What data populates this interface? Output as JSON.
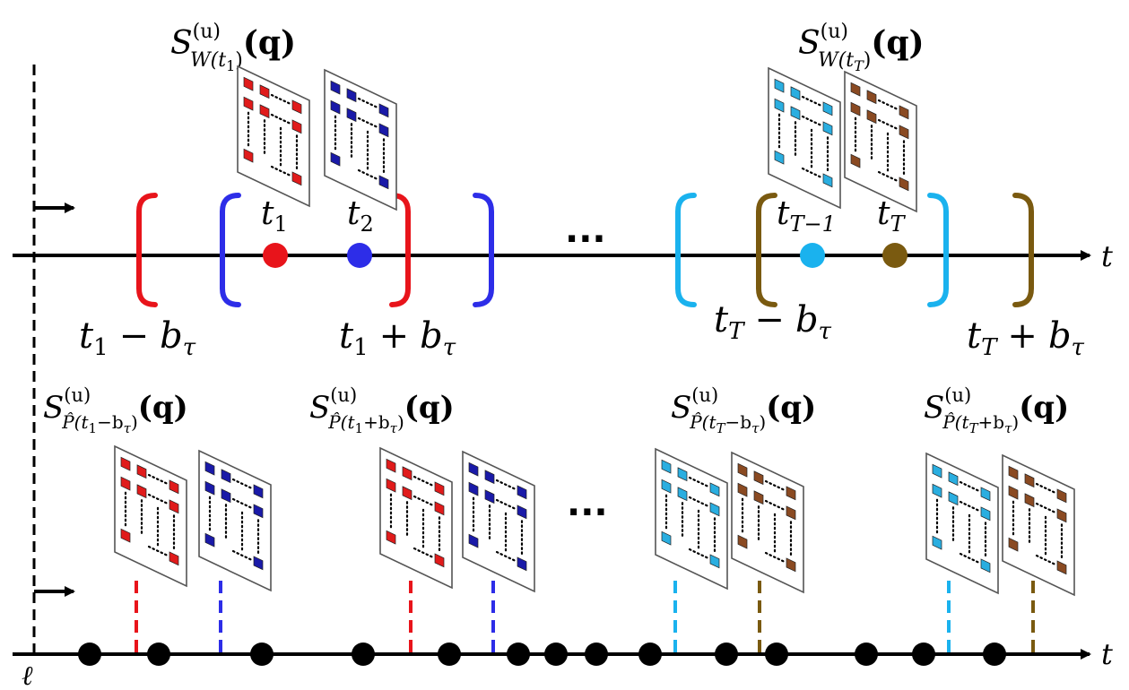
{
  "colors": {
    "red": "#e8141b",
    "blue": "#2d2de8",
    "cyan": "#1ab2ee",
    "brown": "#7a5a10",
    "matrix_red": "#e01b1b",
    "matrix_blue": "#1a1aa8",
    "matrix_cyan": "#2aaee0",
    "matrix_brown": "#8a4a22"
  },
  "axis_top": {
    "label": "t"
  },
  "axis_bottom": {
    "label": "t",
    "origin_label": "ℓ"
  },
  "ellipsis": "...",
  "timepoints": [
    {
      "base": "t",
      "sub": "1",
      "color": "red"
    },
    {
      "base": "t",
      "sub": "2",
      "color": "blue"
    },
    {
      "base": "t",
      "sub": "T−1",
      "color": "cyan"
    },
    {
      "base": "t",
      "sub": "T",
      "color": "brown"
    }
  ],
  "window_labels": [
    {
      "base": "t",
      "sub": "1",
      "op": "−",
      "b": "b",
      "bsub": "τ"
    },
    {
      "base": "t",
      "sub": "1",
      "op": "+",
      "b": "b",
      "bsub": "τ"
    },
    {
      "base": "t",
      "sub": "T",
      "op": "−",
      "b": "b",
      "bsub": "τ"
    },
    {
      "base": "t",
      "sub": "T",
      "op": "+",
      "b": "b",
      "bsub": "τ"
    }
  ],
  "top_matrix_labels": [
    {
      "S": "S",
      "sup": "(u)",
      "sub": "W(t",
      "subsub": "1",
      "subclose": ")",
      "arg": "(q)"
    },
    {
      "S": "S",
      "sup": "(u)",
      "sub": "W(t",
      "subsub": "T",
      "subclose": ")",
      "arg": "(q)"
    }
  ],
  "bottom_matrix_labels": [
    {
      "S": "S",
      "sup": "(u)",
      "sub": "P̂(t",
      "subsub": "1",
      "subrest": "−b",
      "subsubsub": "τ",
      "subclose": ")",
      "arg": "(q)"
    },
    {
      "S": "S",
      "sup": "(u)",
      "sub": "P̂(t",
      "subsub": "1",
      "subrest": "+b",
      "subsubsub": "τ",
      "subclose": ")",
      "arg": "(q)"
    },
    {
      "S": "S",
      "sup": "(u)",
      "sub": "P̂(t",
      "subsub": "T",
      "subrest": "−b",
      "subsubsub": "τ",
      "subclose": ")",
      "arg": "(q)"
    },
    {
      "S": "S",
      "sup": "(u)",
      "sub": "P̂(t",
      "subsub": "T",
      "subrest": "+b",
      "subsubsub": "τ",
      "subclose": ")",
      "arg": "(q)"
    }
  ]
}
